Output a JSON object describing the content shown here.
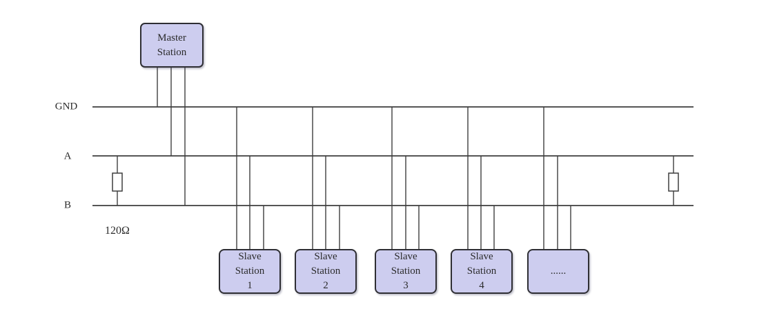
{
  "diagram": {
    "bus": {
      "gnd_label": "GND",
      "a_label": "A",
      "b_label": "B"
    },
    "termination": {
      "resistance_label": "120Ω"
    },
    "master_station": {
      "label": "Master\nStation"
    },
    "slave_stations": [
      {
        "label": "Slave\nStation\n1"
      },
      {
        "label": "Slave\nStation\n2"
      },
      {
        "label": "Slave\nStation\n3"
      },
      {
        "label": "Slave\nStation\n4"
      },
      {
        "label": "......"
      }
    ],
    "colors": {
      "box_fill": "#cdcdef",
      "box_border": "#2e2e33",
      "line": "#3d3d3d",
      "text": "#2b2b2b"
    }
  }
}
